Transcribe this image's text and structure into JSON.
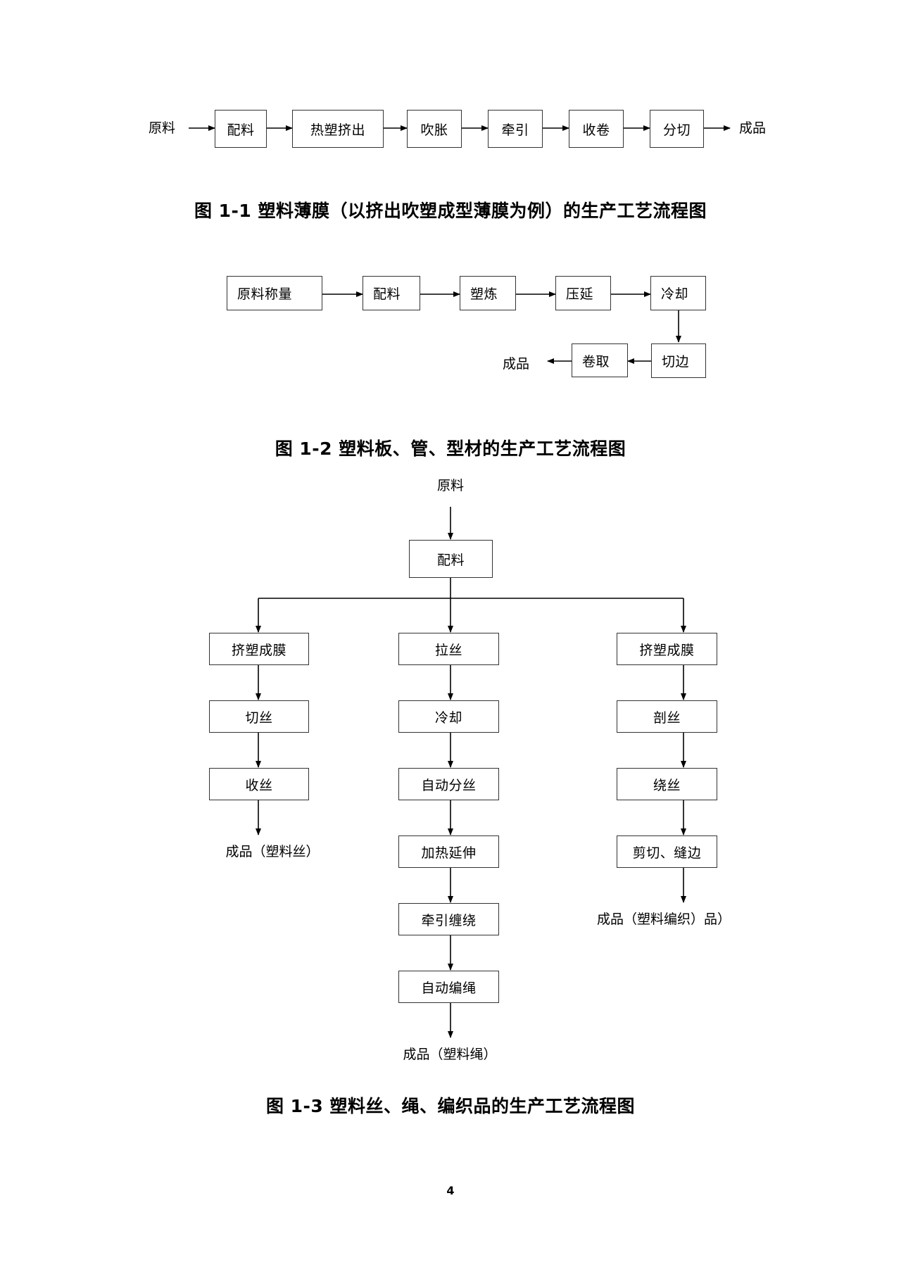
{
  "figure1": {
    "input": "原料",
    "steps": [
      "配料",
      "热塑挤出",
      "吹胀",
      "牵引",
      "收卷",
      "分切"
    ],
    "output": "成品",
    "caption": "图 1-1  塑料薄膜（以挤出吹塑成型薄膜为例）的生产工艺流程图"
  },
  "figure2": {
    "steps": [
      "原料称量",
      "配料",
      "塑炼",
      "压延",
      "冷却",
      "切边",
      "卷取"
    ],
    "output": "成品",
    "caption": "图 1-2  塑料板、管、型材的生产工艺流程图"
  },
  "figure3": {
    "input": "原料",
    "mix": "配料",
    "left": {
      "steps": [
        "挤塑成膜",
        "切丝",
        "收丝"
      ],
      "output": "成品（塑料丝）"
    },
    "middle": {
      "steps": [
        "拉丝",
        "冷却",
        "自动分丝",
        "加热延伸",
        "牵引缠绕",
        "自动编绳"
      ],
      "output": "成品（塑料绳）"
    },
    "right": {
      "steps": [
        "挤塑成膜",
        "剖丝",
        "绕丝",
        "剪切、缝边"
      ],
      "output": "成品（塑料编织）品）"
    },
    "caption": "图 1-3  塑料丝、绳、编织品的生产工艺流程图"
  },
  "page_number": "4"
}
